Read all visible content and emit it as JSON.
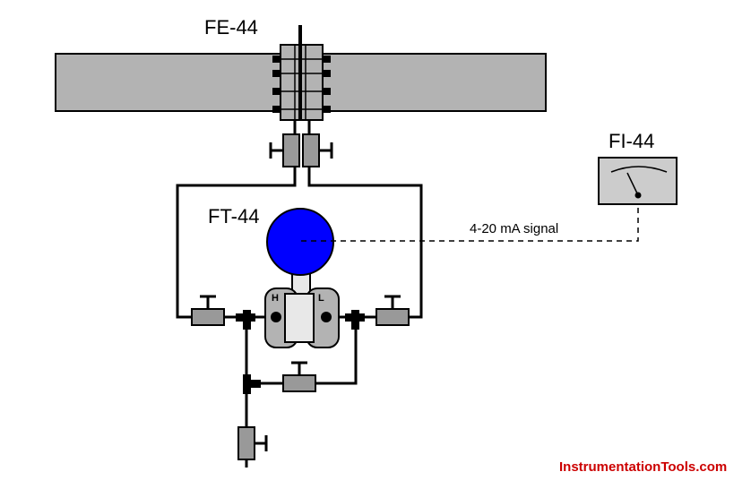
{
  "labels": {
    "flow_element": "FE-44",
    "flow_transmitter": "FT-44",
    "flow_indicator": "FI-44",
    "signal": "4-20 mA signal",
    "high_port": "H",
    "low_port": "L",
    "watermark": "InstrumentationTools.com"
  },
  "colors": {
    "pipe": "#b3b3b3",
    "transmitter_head": "#0000ff",
    "valve": "#999999",
    "capsule": "#b3b3b3",
    "capsule_center": "#e8e8e8",
    "indicator": "#cccccc",
    "watermark": "#cc0000"
  }
}
